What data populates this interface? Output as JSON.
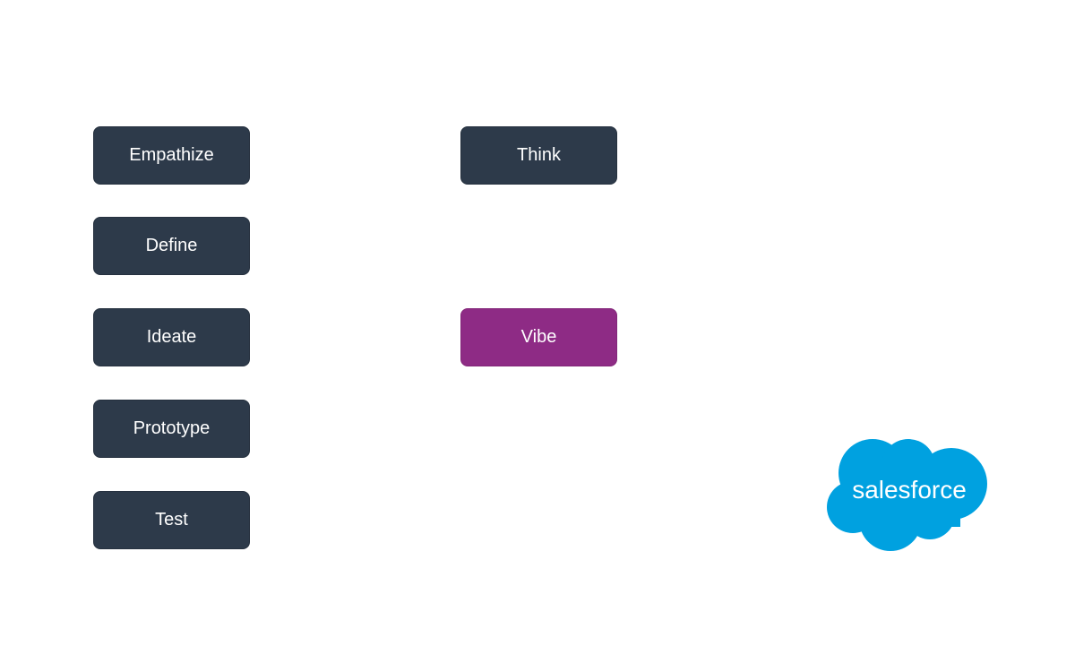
{
  "colors": {
    "box_bg": "#2d3a4a",
    "accent_bg": "#8e2b85",
    "text": "#ffffff",
    "logo_blue": "#00a1e0",
    "background": "#ffffff"
  },
  "left_column": {
    "steps": [
      {
        "label": "Empathize"
      },
      {
        "label": "Define"
      },
      {
        "label": "Ideate"
      },
      {
        "label": "Prototype"
      },
      {
        "label": "Test"
      }
    ]
  },
  "middle_column": {
    "items": [
      {
        "label": "Think",
        "highlighted": false
      },
      {
        "label": "Vibe",
        "highlighted": true
      }
    ]
  },
  "logo": {
    "name": "salesforce-logo",
    "text": "salesforce"
  }
}
